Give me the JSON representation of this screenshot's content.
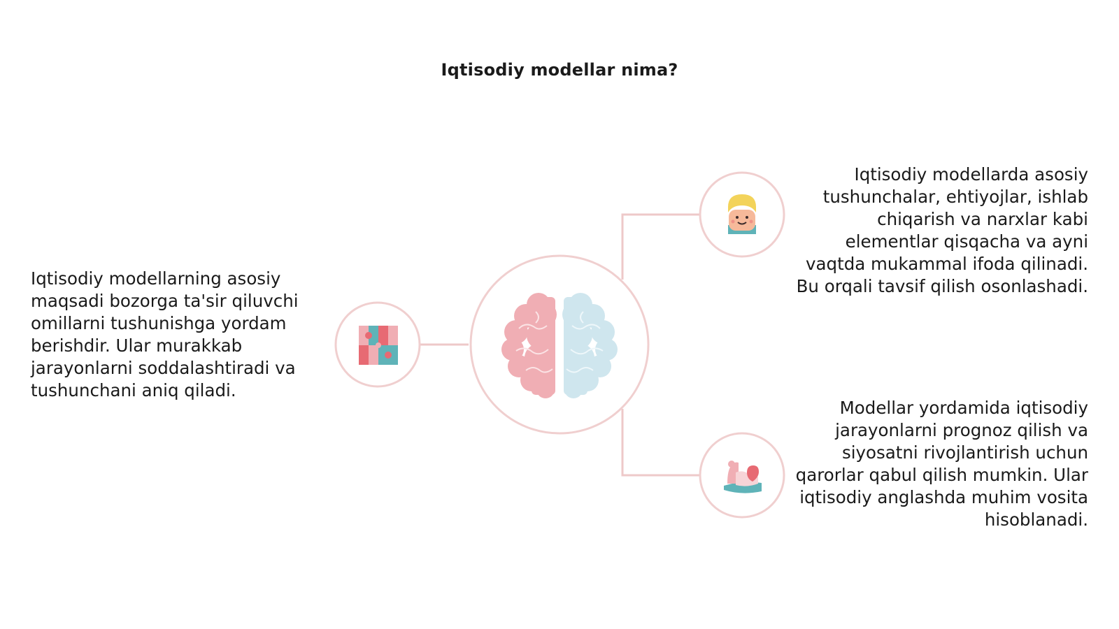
{
  "title": "Iqtisodiy modellar nima?",
  "blocks": {
    "left": "Iqtisodiy modellarning asosiy maqsadi bozorga ta'sir qiluvchi omillarni tushunishga yordam berishdir. Ular murakkab jarayonlarni soddalashtiradi va tushunchani aniq qiladi.",
    "right_top": "Iqtisodiy modellarda asosiy tushunchalar, ehtiyojlar, ishlab chiqarish va narxlar kabi elementlar qisqacha va ayni vaqtda mukammal ifoda qilinadi. Bu orqali tavsif qilish osonlashadi.",
    "right_bottom": "Modellar yordamida iqtisodiy jarayonlarni prognoz qilish va siyosatni rivojlantirish uchun qarorlar qabul qilish mumkin. Ular iqtisodiy anglashda muhim vosita hisoblanadi."
  },
  "icons": {
    "center": "brain-icon",
    "left": "puzzle-icon",
    "right_top": "person-icon",
    "right_bottom": "hand-heart-icon"
  },
  "colors": {
    "ring": "#f0cfcf",
    "connector": "#eec9c9",
    "pink": "#f0aeb4",
    "coral": "#e76a73",
    "teal": "#5fb3b8",
    "light_blue": "#cfe6ee",
    "blond": "#f3d35a",
    "skin": "#f6b99a"
  }
}
